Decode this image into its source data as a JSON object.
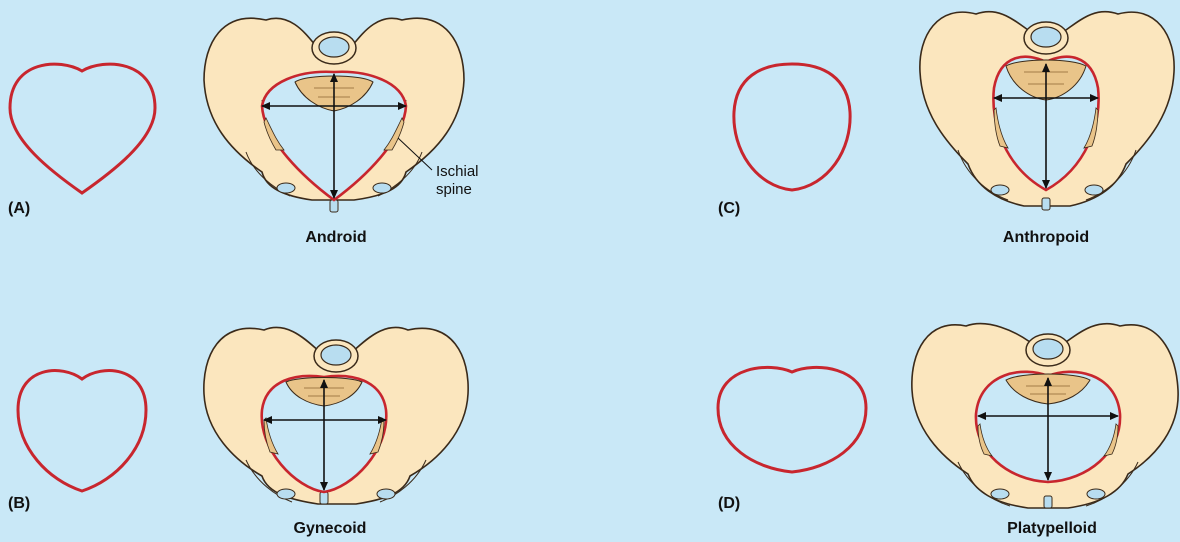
{
  "colors": {
    "background": "#c9e8f7",
    "bone_fill": "#fbe6be",
    "bone_outline": "#3a2a1a",
    "inlet_outline": "#c8262e",
    "vertebra_disc": "#b8ddf0",
    "arrow": "#111111"
  },
  "panels": [
    {
      "key": "A",
      "letter": "(A)",
      "name": "Android"
    },
    {
      "key": "B",
      "letter": "(B)",
      "name": "Gynecoid"
    },
    {
      "key": "C",
      "letter": "(C)",
      "name": "Anthropoid"
    },
    {
      "key": "D",
      "letter": "(D)",
      "name": "Platypelloid"
    }
  ],
  "callout": {
    "line1": "Ischial",
    "line2": "spine"
  }
}
